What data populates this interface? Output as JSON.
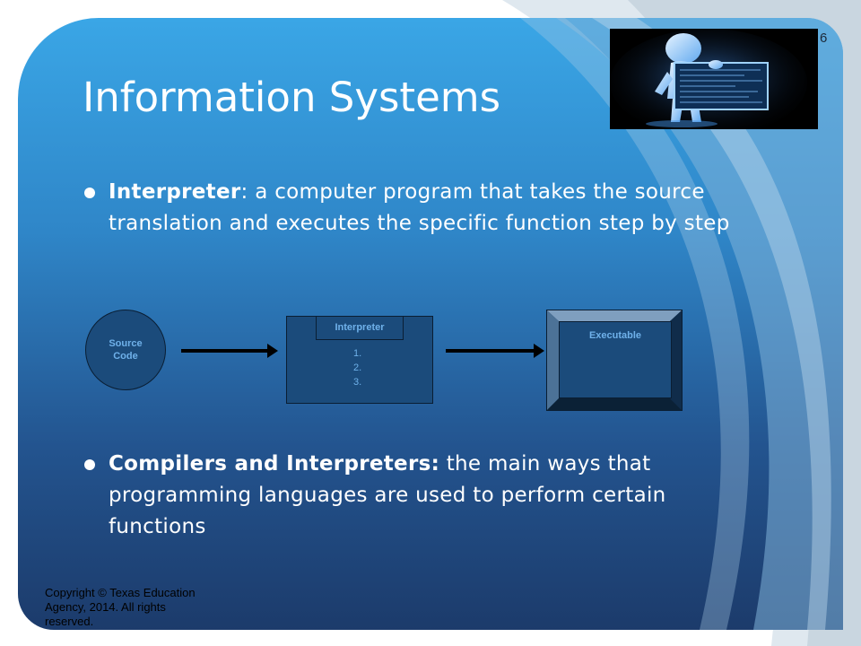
{
  "slide": {
    "title": "Information Systems",
    "slide_number": "6"
  },
  "image": {
    "icon": "hologram-figure-screen-icon"
  },
  "bullets": [
    {
      "term": "Interpreter",
      "separator": ": ",
      "text": "a computer program that takes the source translation and executes the specific function step by step"
    },
    {
      "term": "Compilers and Interpreters:",
      "separator": " ",
      "text": "the main ways that programming languages are used to perform certain functions"
    }
  ],
  "diagram": {
    "source": {
      "line1": "Source",
      "line2": "Code"
    },
    "interpreter": {
      "label": "Interpreter",
      "steps": [
        "1.",
        "2.",
        "3."
      ]
    },
    "executable": {
      "label": "Executable"
    }
  },
  "footer": {
    "copyright": "Copyright © Texas Education Agency, 2014. All rights reserved."
  },
  "colors": {
    "accent_blue": "#3aa6e6",
    "deep_blue": "#1c3b6b",
    "shape_fill": "#1b4b7b",
    "shape_text": "#6fb1ea"
  }
}
